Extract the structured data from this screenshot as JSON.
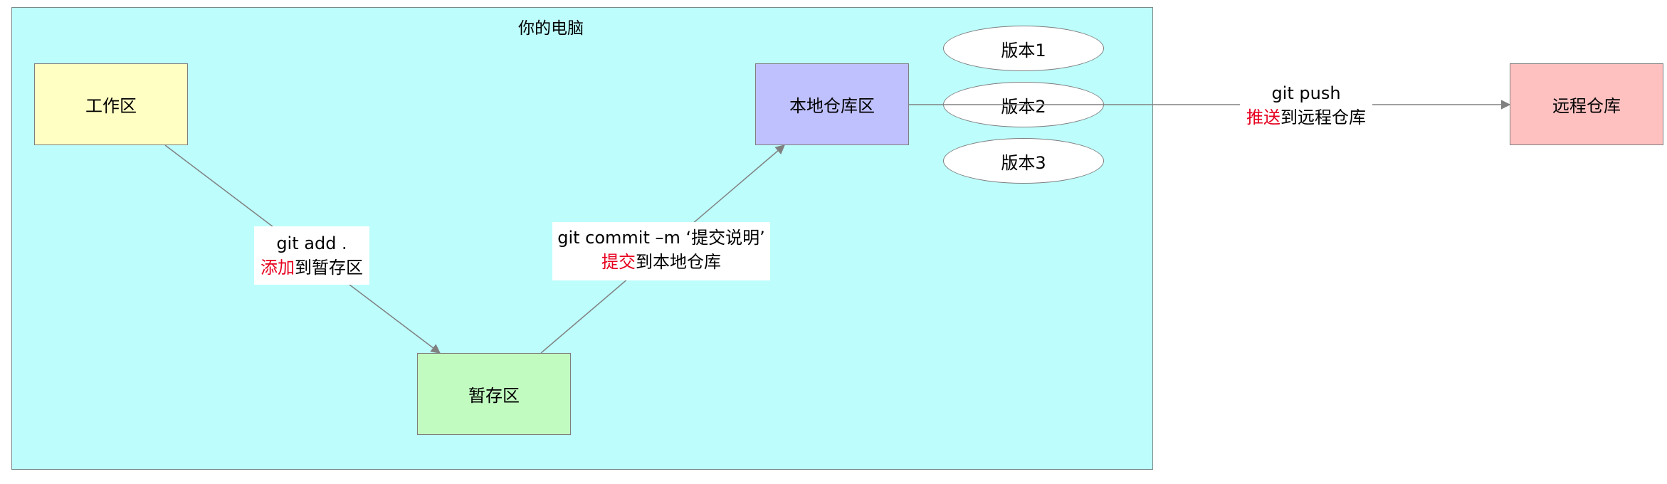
{
  "colors": {
    "container_fill": "#bdfdfc",
    "workspace_fill": "#ffffc3",
    "staging_fill": "#c1fbc0",
    "local_repo_fill": "#bfc0fe",
    "remote_repo_fill": "#ffc0c0",
    "accent_red": "#e6001e",
    "edge_gray": "#808080"
  },
  "container": {
    "title": "你的电脑"
  },
  "nodes": {
    "workspace": "工作区",
    "staging": "暂存区",
    "local_repo": "本地仓库区",
    "remote_repo": "远程仓库"
  },
  "versions": [
    "版本1",
    "版本2",
    "版本3"
  ],
  "edges": {
    "add": {
      "command": "git add .",
      "action": "添加",
      "rest": "到暂存区"
    },
    "commit": {
      "command": "git commit –m ‘提交说明’",
      "action": "提交",
      "rest": "到本地仓库"
    },
    "push": {
      "command": "git push",
      "action": "推送",
      "rest": "到远程仓库"
    }
  }
}
